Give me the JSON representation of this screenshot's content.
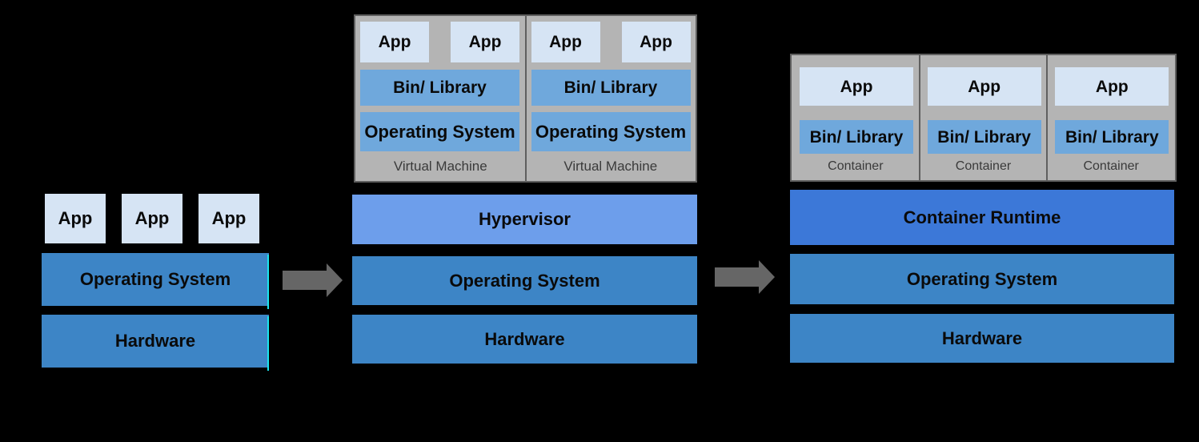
{
  "colors": {
    "background": "#000000",
    "app_box_blue": "#d6e4f4",
    "layer_blue": "#6fa8dc",
    "stack_bar_blue": "#3d85c6",
    "hypervisor_blue": "#6d9eeb",
    "container_runtime_blue": "#3c78d8",
    "group_gray": "#b4b4b4",
    "group_border_gray": "#5f5f5f",
    "arrow_gray": "#666666",
    "seam_cyan": "#1ce4ee",
    "label_text": "#0a0a0a",
    "group_label_text": "#3a3a3a"
  },
  "traditional": {
    "apps": [
      "App",
      "App",
      "App"
    ],
    "os_label": "Operating System",
    "hardware_label": "Hardware"
  },
  "virtualized": {
    "vms": [
      {
        "apps": [
          "App",
          "App"
        ],
        "bin_label": "Bin/ Library",
        "os_label": "Operating System",
        "label": "Virtual Machine"
      },
      {
        "apps": [
          "App",
          "App"
        ],
        "bin_label": "Bin/ Library",
        "os_label": "Operating System",
        "label": "Virtual Machine"
      }
    ],
    "hypervisor_label": "Hypervisor",
    "os_label": "Operating System",
    "hardware_label": "Hardware"
  },
  "containerized": {
    "containers": [
      {
        "app_label": "App",
        "bin_label": "Bin/ Library",
        "label": "Container"
      },
      {
        "app_label": "App",
        "bin_label": "Bin/ Library",
        "label": "Container"
      },
      {
        "app_label": "App",
        "bin_label": "Bin/ Library",
        "label": "Container"
      }
    ],
    "runtime_label": "Container Runtime",
    "os_label": "Operating System",
    "hardware_label": "Hardware"
  }
}
